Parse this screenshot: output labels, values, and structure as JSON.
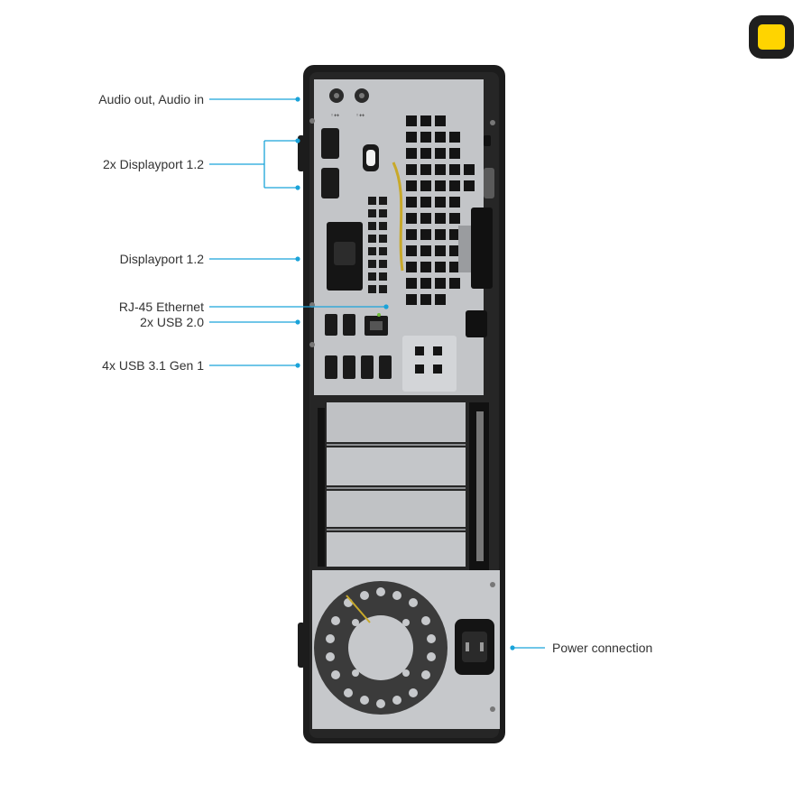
{
  "colors": {
    "callout": "#1aa3d9",
    "chassis": "#1c1c1c",
    "panel": "#b9bbbe",
    "badge_bg": "#1f1f1f",
    "badge_fg": "#ffd400"
  },
  "badge": {
    "icon": "brand-badge-icon"
  },
  "callouts": {
    "audio": "Audio out, Audio in",
    "dp_pair": "2x Displayport 1.2",
    "dp_single": "Displayport 1.2",
    "rj45": "RJ-45 Ethernet",
    "usb2": "2x USB 2.0",
    "usb31": "4x USB 3.1 Gen 1",
    "power": "Power connection"
  }
}
